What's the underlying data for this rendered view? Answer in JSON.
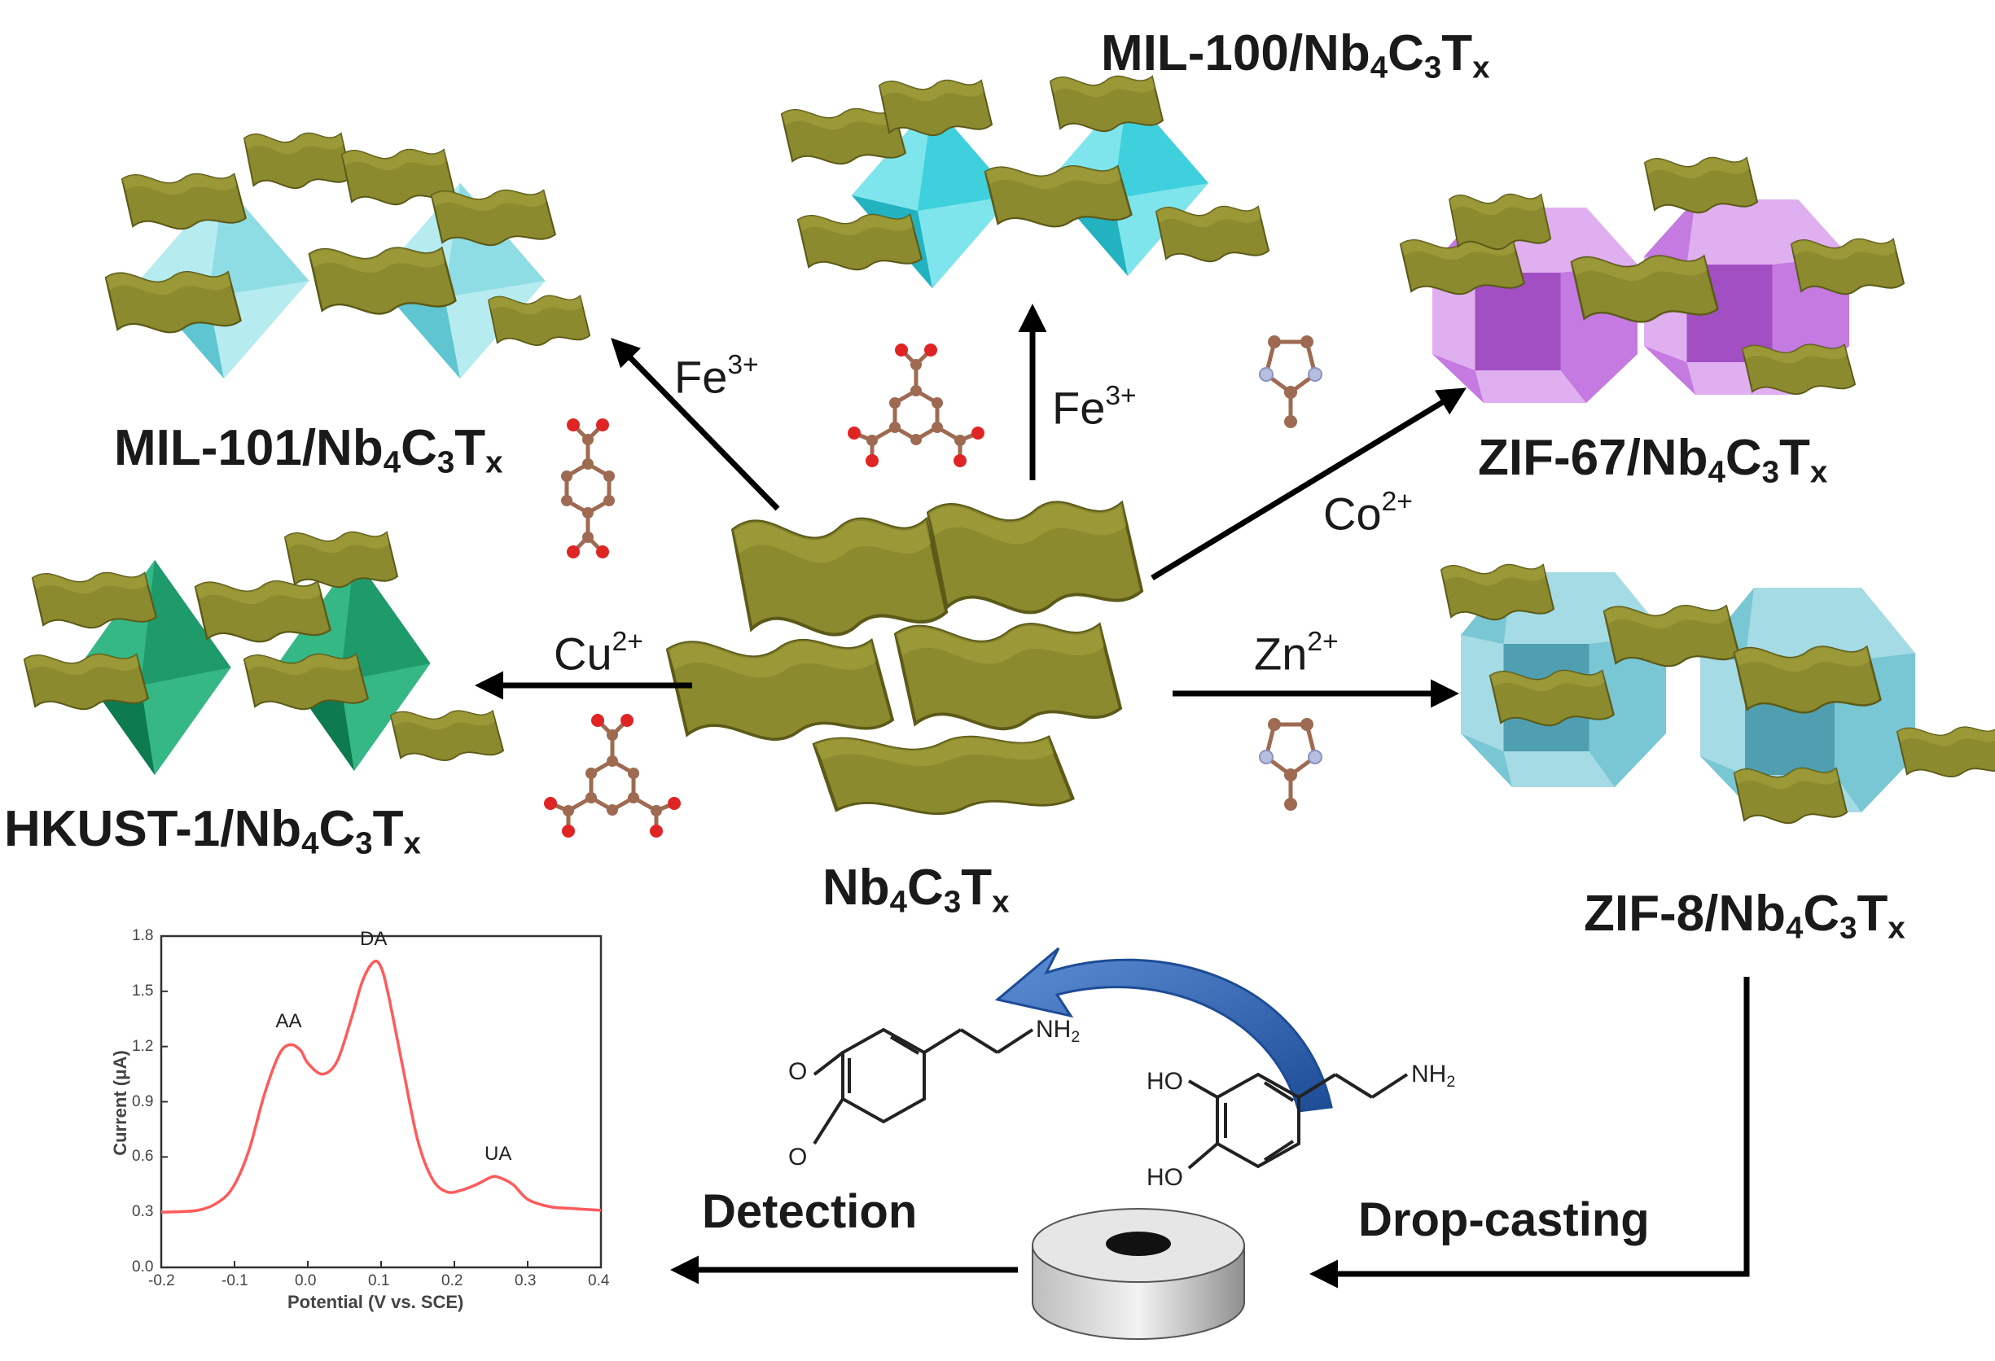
{
  "labels": {
    "mil100": {
      "main": "MIL-100/Nb",
      "s1": "4",
      "m2": "C",
      "s2": "3",
      "m3": "T",
      "s3": "x"
    },
    "mil101": {
      "main": "MIL-101/Nb",
      "s1": "4",
      "m2": "C",
      "s2": "3",
      "m3": "T",
      "s3": "x"
    },
    "zif67": {
      "main": "ZIF-67/Nb",
      "s1": "4",
      "m2": "C",
      "s2": "3",
      "m3": "T",
      "s3": "x"
    },
    "hkust": {
      "main": "HKUST-1/Nb",
      "s1": "4",
      "m2": "C",
      "s2": "3",
      "m3": "T",
      "s3": "x"
    },
    "center": {
      "main": "Nb",
      "s1": "4",
      "m2": "C",
      "s2": "3",
      "m3": "T",
      "s3": "x"
    },
    "zif8": {
      "main": "ZIF-8/Nb",
      "s1": "4",
      "m2": "C",
      "s2": "3",
      "m3": "T",
      "s3": "x"
    }
  },
  "ions": {
    "fe_left": {
      "base": "Fe",
      "charge": "3+"
    },
    "fe_up": {
      "base": "Fe",
      "charge": "3+"
    },
    "co": {
      "base": "Co",
      "charge": "2+"
    },
    "cu": {
      "base": "Cu",
      "charge": "2+"
    },
    "zn": {
      "base": "Zn",
      "charge": "2+"
    }
  },
  "process": {
    "detection": "Detection",
    "drop_casting": "Drop-casting"
  },
  "molecules": {
    "oxidized": {
      "o1": "O",
      "o2": "O",
      "amine": "NH",
      "amine_sub": "2"
    },
    "dopamine": {
      "ho1": "HO",
      "ho2": "HO",
      "amine": "NH",
      "amine_sub": "2"
    }
  },
  "colors": {
    "flake": "#8c8a2e",
    "flake_dark": "#6d6b1f",
    "mil_cyan": "#7fd6df",
    "mil100_cyan": "#3fd0dd",
    "zif67_purple": "#c47ae0",
    "hkust_green": "#1f9a6a",
    "zif8_blue": "#79c6d4",
    "curve": "#ff5a5a",
    "blue_arrow": "#2a5fb0"
  },
  "chart_data": {
    "type": "line",
    "title": "",
    "xlabel": "Potential (V vs. SCE)",
    "ylabel": "Current (μA)",
    "xlim": [
      -0.2,
      0.4
    ],
    "ylim": [
      0.0,
      1.8
    ],
    "x_ticks": [
      "-0.2",
      "-0.1",
      "0.0",
      "0.1",
      "0.2",
      "0.3",
      "0.4"
    ],
    "y_ticks": [
      "0.0",
      "0.3",
      "0.6",
      "0.9",
      "1.2",
      "1.5",
      "1.8"
    ],
    "series": [
      {
        "x": [
          -0.2,
          -0.15,
          -0.12,
          -0.1,
          -0.08,
          -0.06,
          -0.04,
          -0.025,
          -0.01,
          0.0,
          0.02,
          0.04,
          0.06,
          0.075,
          0.09,
          0.1,
          0.11,
          0.13,
          0.15,
          0.17,
          0.19,
          0.21,
          0.23,
          0.25,
          0.26,
          0.28,
          0.3,
          0.33,
          0.36,
          0.4
        ],
        "y": [
          0.3,
          0.31,
          0.36,
          0.45,
          0.64,
          0.93,
          1.15,
          1.21,
          1.18,
          1.11,
          1.05,
          1.12,
          1.36,
          1.56,
          1.66,
          1.63,
          1.48,
          1.08,
          0.69,
          0.48,
          0.41,
          0.42,
          0.45,
          0.49,
          0.49,
          0.45,
          0.37,
          0.33,
          0.32,
          0.31
        ]
      }
    ],
    "annotations": [
      {
        "text": "AA",
        "x": -0.025,
        "y": 1.21
      },
      {
        "text": "DA",
        "x": 0.09,
        "y": 1.66
      },
      {
        "text": "UA",
        "x": 0.26,
        "y": 0.49
      }
    ]
  }
}
